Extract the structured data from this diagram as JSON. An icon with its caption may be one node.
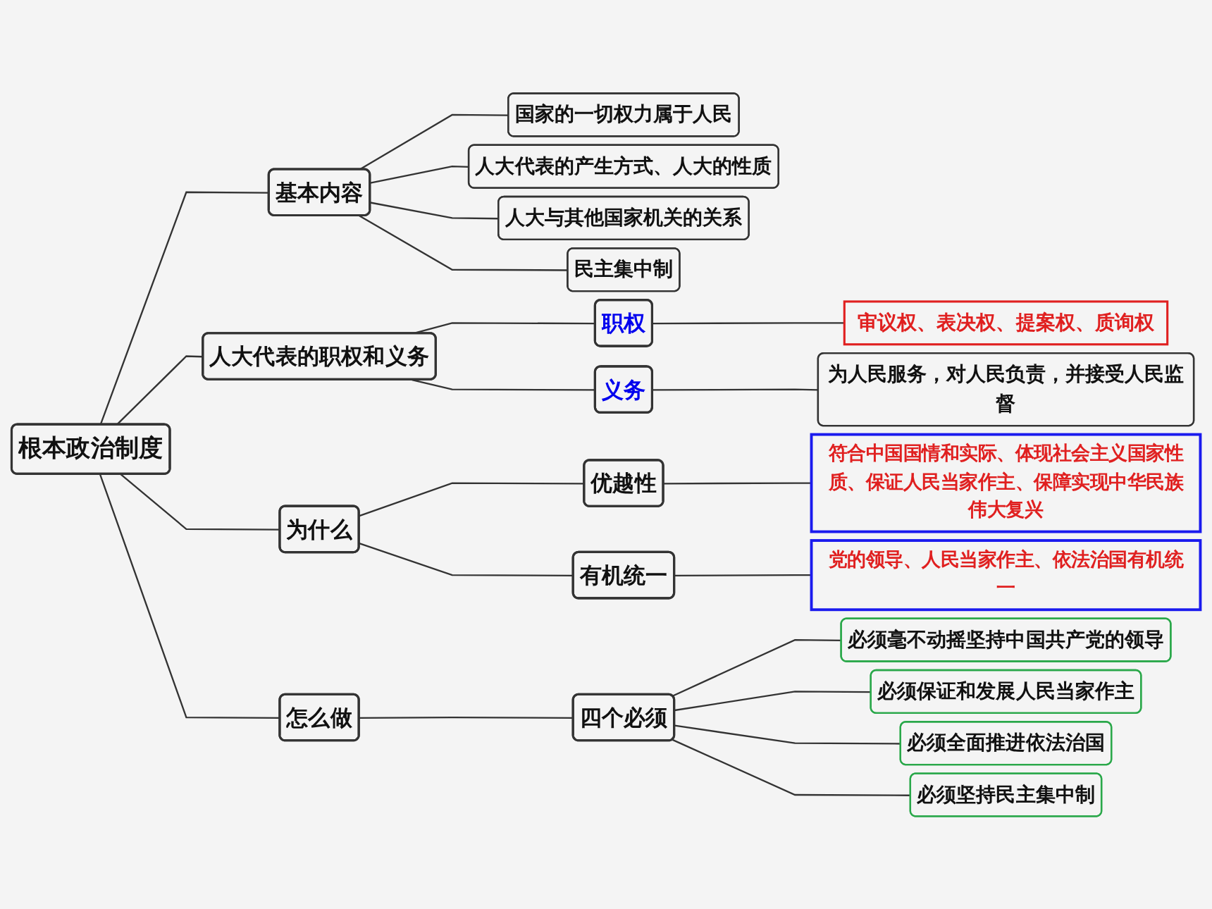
{
  "diagram": {
    "nodes": [
      {
        "text": [
          "根本政治制度"
        ]
      },
      {
        "text": [
          "基本内容"
        ]
      },
      {
        "text": [
          "国家的一切权力属于人民"
        ]
      },
      {
        "text": [
          "人大代表的产生方式、人大的性质"
        ]
      },
      {
        "text": [
          "人大与其他国家机关的关系"
        ]
      },
      {
        "text": [
          "民主集中制"
        ]
      },
      {
        "text": [
          "人大代表的职权和义务"
        ]
      },
      {
        "text": [
          "职权"
        ]
      },
      {
        "text": [
          "审议权、表决权、提案权、质询权"
        ]
      },
      {
        "text": [
          "义务"
        ]
      },
      {
        "text": [
          "为人民服务，对人民负责，并接受人民监督"
        ]
      },
      {
        "text": [
          "为什么"
        ]
      },
      {
        "text": [
          "优越性"
        ]
      },
      {
        "text": [
          "符合中国国情和实际、体现社会主义国家性质、保证人民当家作主、保障实现中华民族伟大复兴"
        ]
      },
      {
        "text": [
          "有机统一"
        ]
      },
      {
        "text": [
          "党的领导、人民当家作主、依法治国有机统一"
        ]
      },
      {
        "text": [
          "怎么做"
        ]
      },
      {
        "text": [
          "四个必须"
        ]
      },
      {
        "text": [
          "必须毫不动摇坚持中国共产党的领导"
        ]
      },
      {
        "text": [
          "必须保证和发展人民当家作主"
        ]
      },
      {
        "text": [
          "必须全面推进依法治国"
        ]
      },
      {
        "text": [
          "必须坚持民主集中制"
        ]
      }
    ],
    "edges": [
      {
        "from": 0,
        "to": 1,
        "arrow": "none"
      },
      {
        "from": 1,
        "to": 2,
        "arrow": "none"
      },
      {
        "from": 1,
        "to": 3,
        "arrow": "none"
      },
      {
        "from": 1,
        "to": 4,
        "arrow": "none"
      },
      {
        "from": 1,
        "to": 5,
        "arrow": "none"
      },
      {
        "from": 0,
        "to": 6,
        "arrow": "none"
      },
      {
        "from": 6,
        "to": 7,
        "arrow": "none"
      },
      {
        "from": 7,
        "to": 8,
        "arrow": "none"
      },
      {
        "from": 6,
        "to": 9,
        "arrow": "none"
      },
      {
        "from": 9,
        "to": 10,
        "arrow": "none"
      },
      {
        "from": 0,
        "to": 11,
        "arrow": "none"
      },
      {
        "from": 11,
        "to": 12,
        "arrow": "none"
      },
      {
        "from": 12,
        "to": 13,
        "arrow": "none"
      },
      {
        "from": 11,
        "to": 14,
        "arrow": "none"
      },
      {
        "from": 14,
        "to": 15,
        "arrow": "none"
      },
      {
        "from": 0,
        "to": 16,
        "arrow": "none"
      },
      {
        "from": 16,
        "to": 17,
        "arrow": "none"
      },
      {
        "from": 17,
        "to": 18,
        "arrow": "none"
      },
      {
        "from": 17,
        "to": 19,
        "arrow": "none"
      },
      {
        "from": 17,
        "to": 20,
        "arrow": "none"
      },
      {
        "from": 17,
        "to": 21,
        "arrow": "none"
      }
    ]
  }
}
